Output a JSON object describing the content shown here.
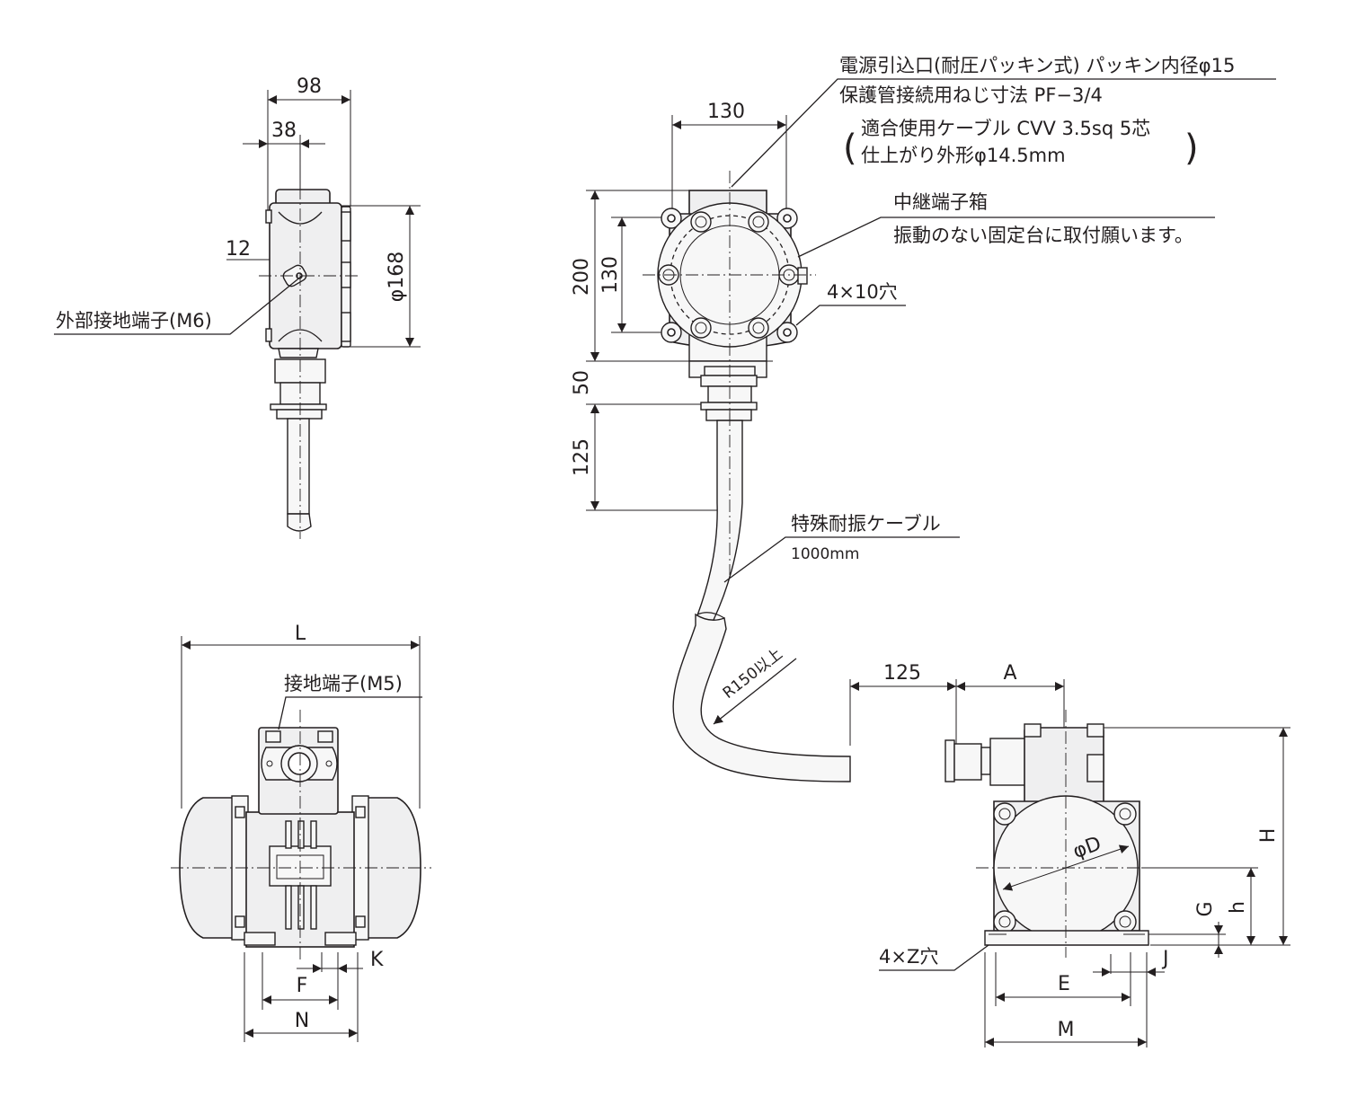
{
  "labels": {
    "side_98": "98",
    "side_38": "38",
    "side_12": "12",
    "side_168": "φ168",
    "ext_ground": "外部接地端子(M6)",
    "top_130_w": "130",
    "top_200": "200",
    "top_130_h": "130",
    "top_50": "50",
    "top_125": "125",
    "inlet_line1": "電源引込口(耐圧パッキン式) パッキン内径φ15",
    "inlet_line2": "保護管接続用ねじ寸法 PF−3/4",
    "inlet_line3": "適合使用ケーブル CVV 3.5sq 5芯",
    "inlet_line4": "仕上がり外形φ14.5mm",
    "relay_box": "中継端子箱",
    "relay_note": "振動のない固定台に取付願います。",
    "holes_4x10": "4×10穴",
    "cable_name": "特殊耐振ケーブル",
    "cable_length": "1000mm",
    "bend_radius": "R150以上",
    "front_L": "L",
    "front_ground": "接地端子(M5)",
    "front_K": "K",
    "front_F": "F",
    "front_N": "N",
    "motor_125": "125",
    "motor_A": "A",
    "motor_D": "φD",
    "motor_H": "H",
    "motor_h": "h",
    "motor_G": "G",
    "motor_J": "J",
    "motor_holes": "4×Z穴",
    "motor_E": "E",
    "motor_M": "M"
  },
  "colors": {
    "ink": "#231f20",
    "body_fill": "#efeff0",
    "background": "#ffffff"
  }
}
